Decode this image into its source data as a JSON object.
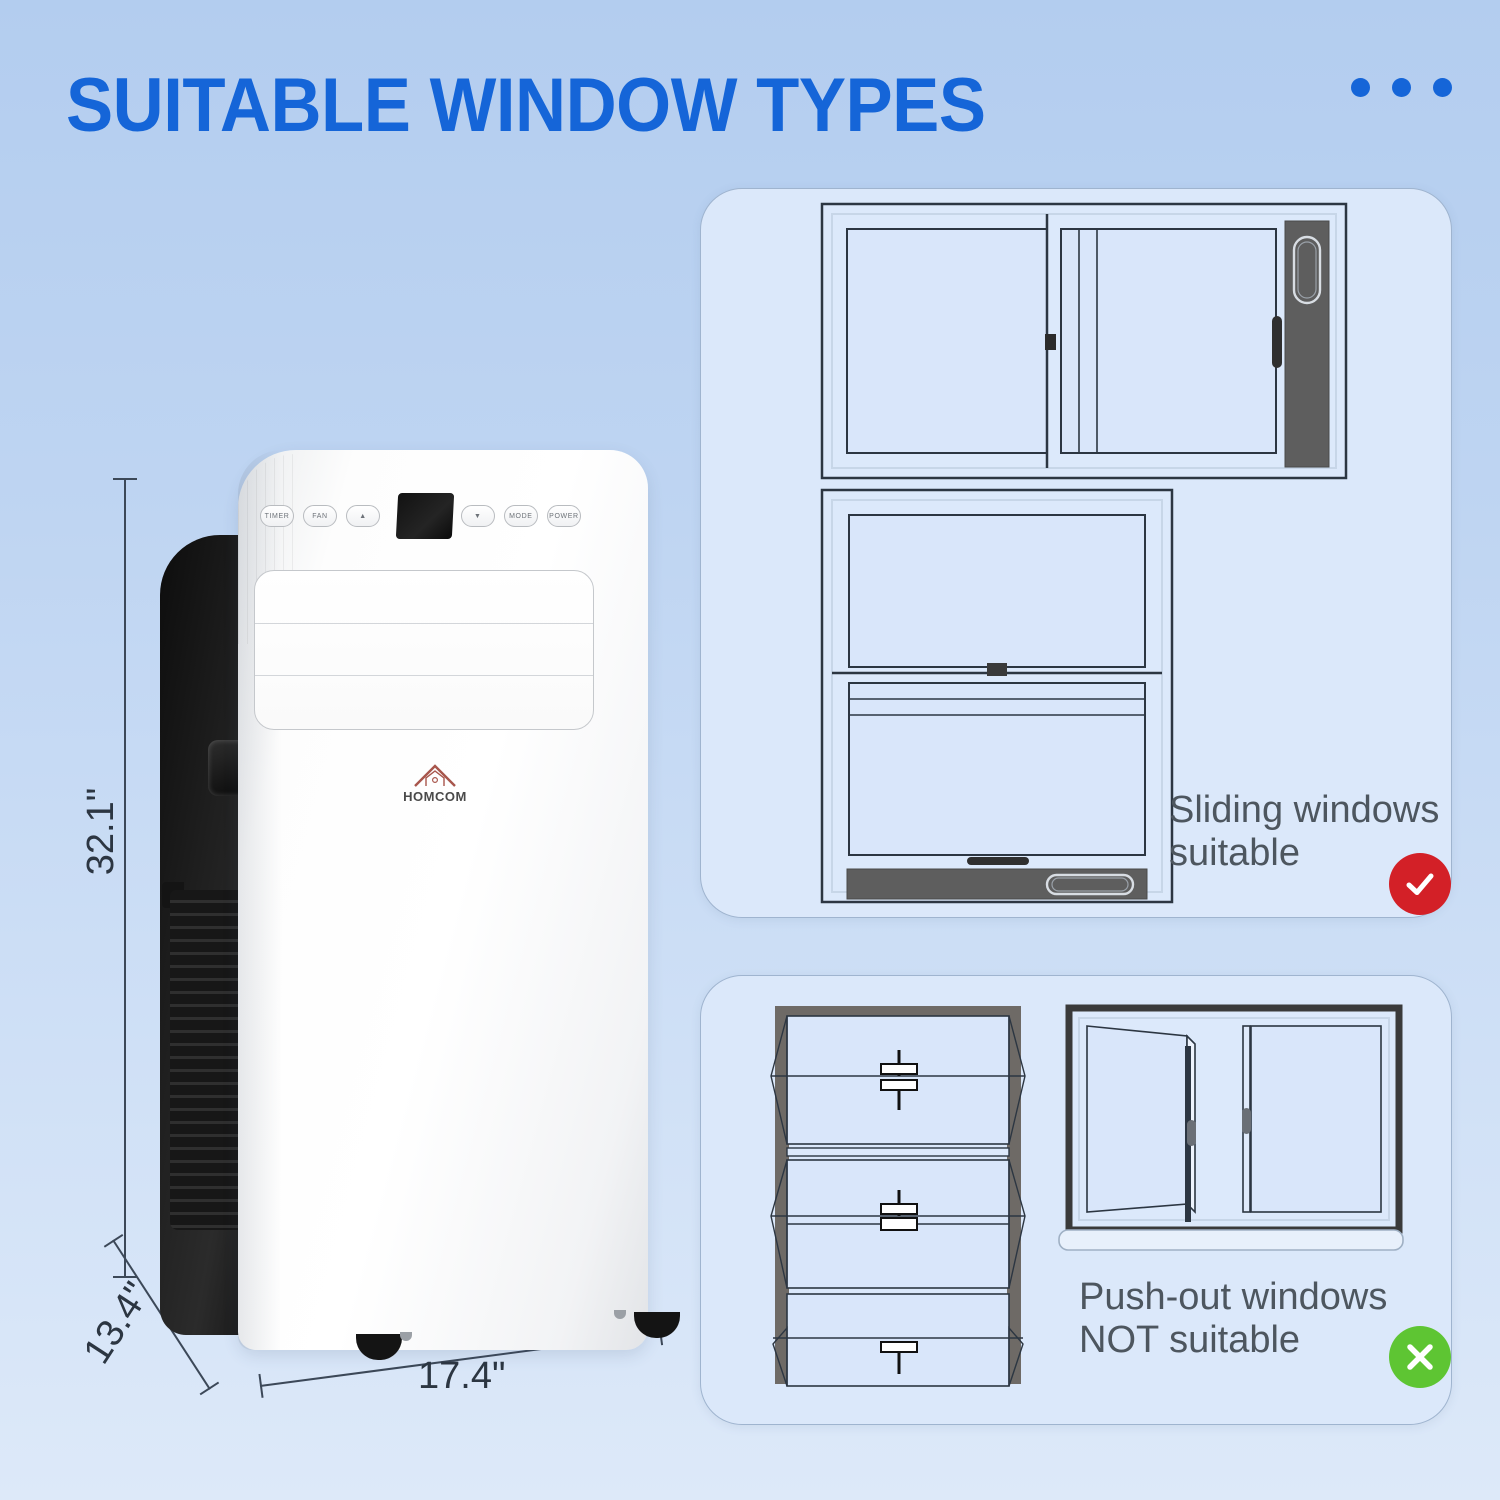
{
  "header": {
    "title": "SUITABLE WINDOW TYPES",
    "title_color": "#1565d8",
    "dots_count": 3,
    "dot_color": "#1565d8"
  },
  "product": {
    "brand": "HOMCOM",
    "brand_logo_icon": "house-roof-icon",
    "dimensions": {
      "height": "32.1\"",
      "depth": "13.4\"",
      "width": "17.4\""
    },
    "control_panel": {
      "buttons": [
        {
          "label": "TIMER",
          "icon": "timer-button"
        },
        {
          "label": "FAN",
          "icon": "fan-button"
        },
        {
          "label": "▲",
          "icon": "up-arrow-button"
        },
        {
          "label": "▼",
          "icon": "down-arrow-button"
        },
        {
          "label": "MODE",
          "icon": "mode-button"
        },
        {
          "label": "POWER",
          "icon": "power-button"
        }
      ],
      "display_icon": "lcd-display"
    }
  },
  "cards": [
    {
      "id": "sliding",
      "label": "Sliding windows\nsuitable",
      "label_line1": "Sliding windows",
      "label_line2": "suitable",
      "badge": "check",
      "badge_color": "#d32027",
      "windows": [
        {
          "name": "horizontal-sliding-window",
          "type": "sliding-horizontal"
        },
        {
          "name": "vertical-sliding-window",
          "type": "sliding-vertical"
        }
      ]
    },
    {
      "id": "push-out",
      "label": "Push-out windows\nNOT suitable",
      "label_line1": "Push-out windows",
      "label_line2": "NOT suitable",
      "badge": "cross",
      "badge_color": "#5ec533",
      "windows": [
        {
          "name": "awning-push-out-window",
          "type": "awning"
        },
        {
          "name": "casement-push-out-window",
          "type": "casement"
        }
      ]
    }
  ],
  "colors": {
    "background_top": "#b3cdef",
    "background_bottom": "#dde9f9",
    "card_fill": "#dbe8fa",
    "card_border": "#9fb4cf",
    "label_text": "#4d565f",
    "dimension_text": "#2c3642",
    "window_frame": "#2c3642",
    "window_glass": "#d9e6fa",
    "window_jamb": "#5e5e5e"
  }
}
